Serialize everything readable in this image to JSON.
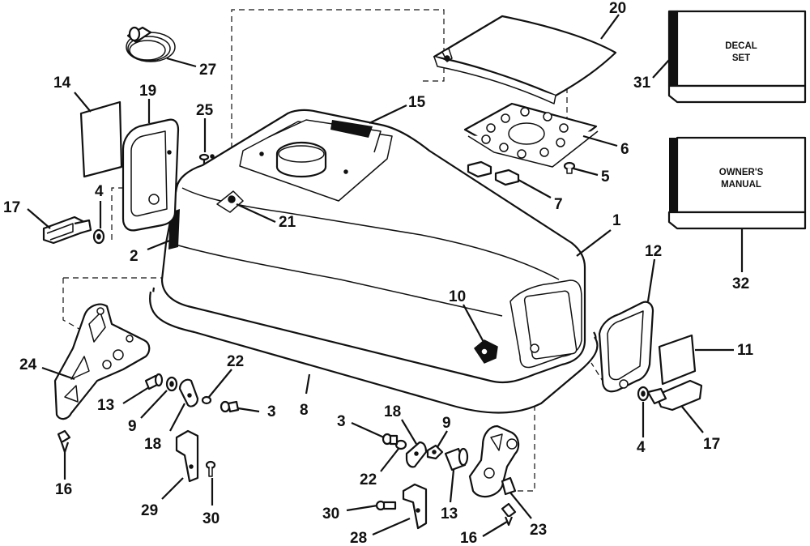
{
  "callouts": {
    "c1": "1",
    "c2": "2",
    "c3a": "3",
    "c3b": "3",
    "c4a": "4",
    "c4b": "4",
    "c5": "5",
    "c6": "6",
    "c7": "7",
    "c8": "8",
    "c9a": "9",
    "c9b": "9",
    "c10": "10",
    "c11": "11",
    "c12": "12",
    "c13a": "13",
    "c13b": "13",
    "c14": "14",
    "c15": "15",
    "c16a": "16",
    "c16b": "16",
    "c17a": "17",
    "c17b": "17",
    "c18a": "18",
    "c18b": "18",
    "c19": "19",
    "c20": "20",
    "c21": "21",
    "c22a": "22",
    "c22b": "22",
    "c23": "23",
    "c24": "24",
    "c25": "25",
    "c27": "27",
    "c28": "28",
    "c29": "29",
    "c30a": "30",
    "c30b": "30",
    "c31": "31",
    "c32": "32"
  },
  "boxes": {
    "decal_line1": "DECAL",
    "decal_line2": "SET",
    "manual_line1": "OWNER'S",
    "manual_line2": "MANUAL"
  }
}
